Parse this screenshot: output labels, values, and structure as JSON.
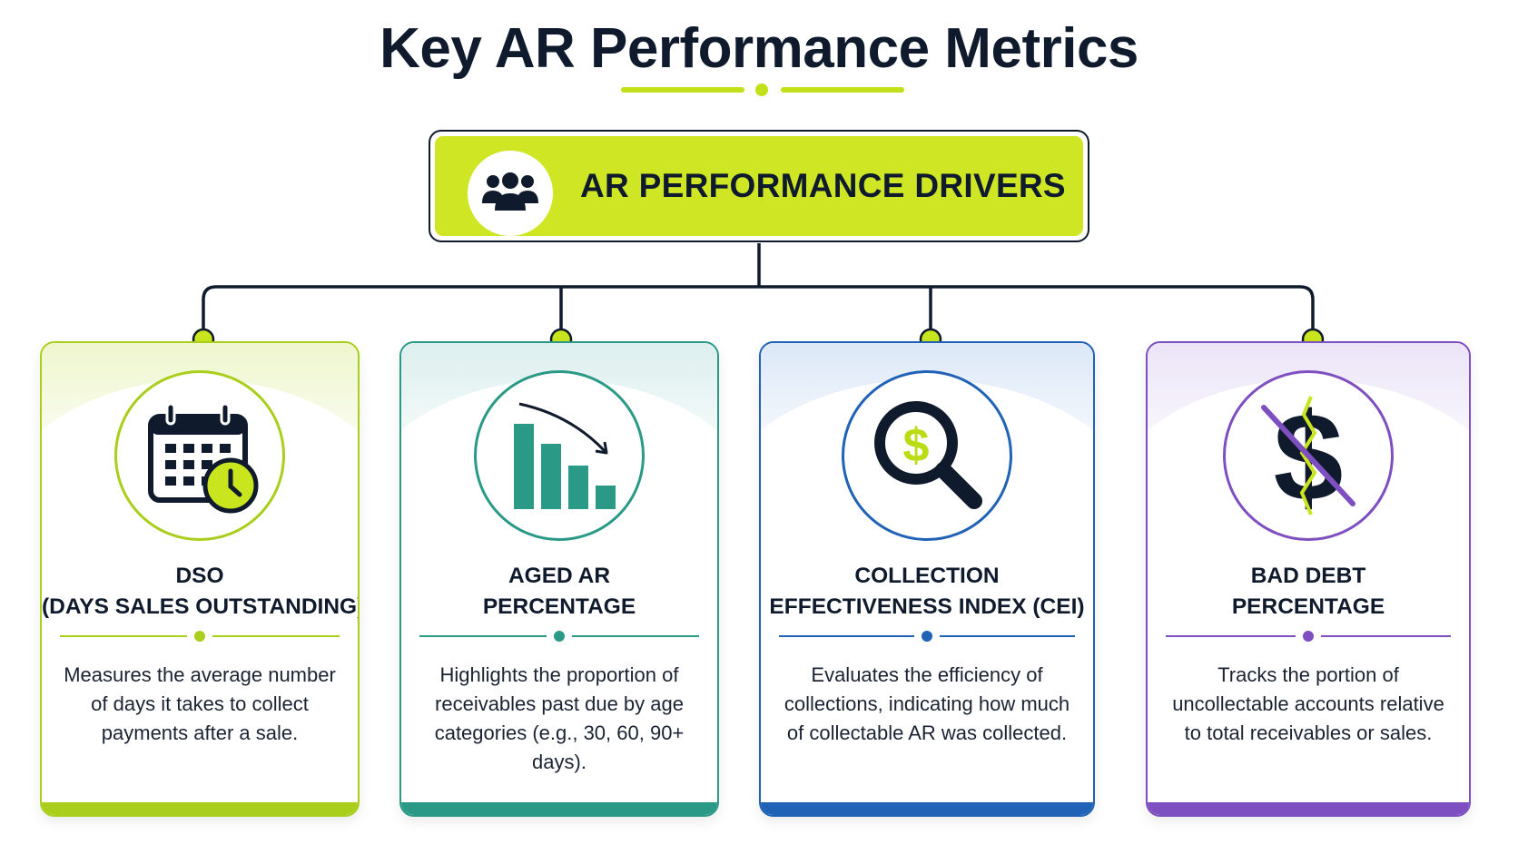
{
  "title": "Key AR Performance Metrics",
  "root": {
    "label": "AR PERFORMANCE DRIVERS",
    "icon": "people-group-icon"
  },
  "metrics": [
    {
      "title_line1": "DSO",
      "title_line2": "(DAYS SALES OUTSTANDING)",
      "description": "Measures the average number of days it takes to collect payments after a sale.",
      "icon": "calendar-clock-icon",
      "color": "#a9cf1c"
    },
    {
      "title_line1": "AGED AR",
      "title_line2": "PERCENTAGE",
      "description": "Highlights the proportion of receivables past due by age categories (e.g., 30, 60, 90+ days).",
      "icon": "declining-bar-chart-icon",
      "color": "#2a9a86"
    },
    {
      "title_line1": "COLLECTION",
      "title_line2": "EFFECTIVENESS INDEX (CEI)",
      "description": "Evaluates the efficiency of collections, indicating how much of collectable AR was collected.",
      "icon": "magnifier-dollar-icon",
      "color": "#1f62b6"
    },
    {
      "title_line1": "BAD DEBT",
      "title_line2": "PERCENTAGE",
      "description": "Tracks the portion of uncollectable accounts relative to total receivables or sales.",
      "icon": "crossed-dollar-icon",
      "color": "#7e4fc0"
    }
  ],
  "colors": {
    "navy": "#0f1b2d",
    "lime": "#cfe625",
    "lime_accent": "#c4e01a"
  }
}
